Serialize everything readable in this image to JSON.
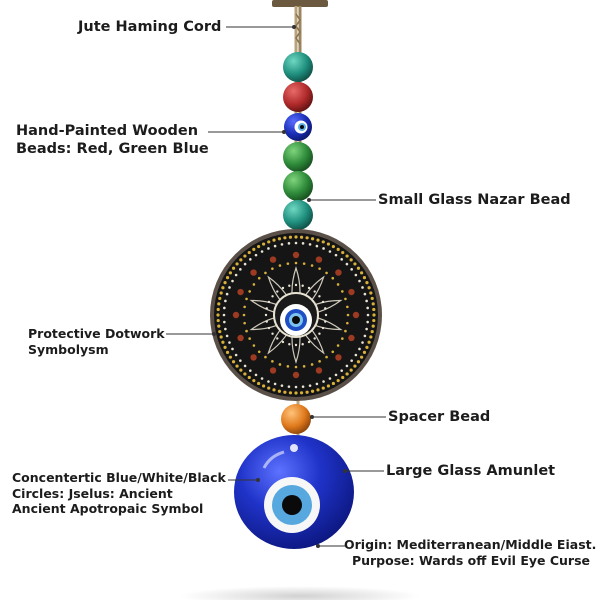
{
  "labels": {
    "cord": "Jute Haming Cord",
    "wooden_beads": [
      "Hand-Painted Wooden",
      "Beads: Red, Green Blue"
    ],
    "nazar_bead": "Small Glass Nazar Bead",
    "dotwork": [
      "Protective Dotwork",
      "Symbolysm"
    ],
    "spacer": "Spacer Bead",
    "amulet": "Large Glass Amunlet",
    "circles": [
      "Concentertic Blue/White/Black",
      "Circles: Jselus: Ancient",
      "Ancient Apotropaic Symbol"
    ],
    "origin": [
      "Origin: Mediterranean/Middle Eiast.",
      "Purpose: Wards off Evil Eye Curse"
    ]
  },
  "colors": {
    "text": "#1c1c1c",
    "leader": "#333333",
    "bead_green": "#2e8b3a",
    "bead_teal": "#1f8f7e",
    "bead_red": "#b02a2a",
    "bead_orange": "#e07a1c",
    "glass_blue": "#1b2fb8",
    "disc_black": "#151515",
    "dot_gold": "#d8b13a"
  },
  "icons": [
    "evil-eye-icon",
    "mandala-disc-icon"
  ]
}
